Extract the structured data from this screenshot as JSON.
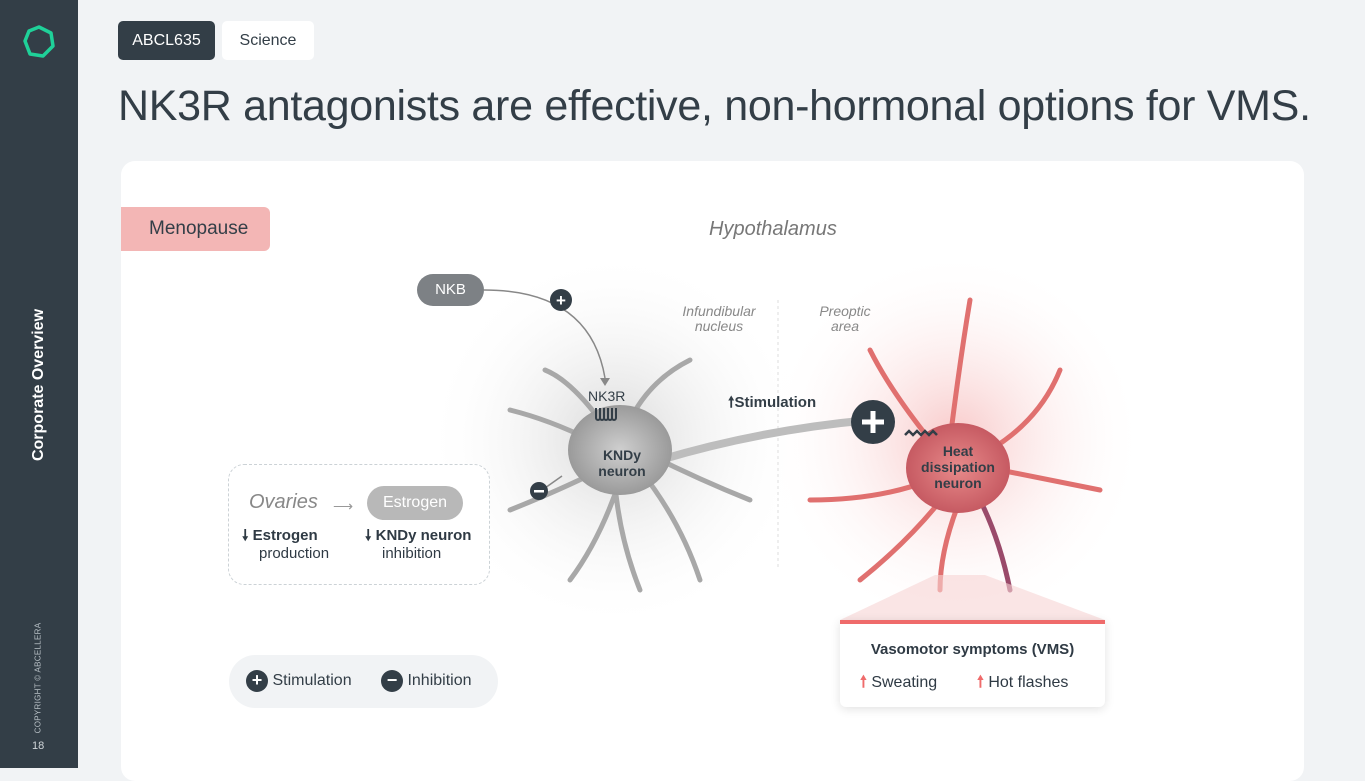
{
  "sidebar": {
    "title": "Corporate Overview",
    "copyright": "COPYRIGHT © ABCELLERA",
    "page": "18"
  },
  "tags": [
    "ABCL635",
    "Science"
  ],
  "title": "NK3R antagonists are effective, non-hormonal options for VMS.",
  "diagram": {
    "menopause": "Menopause",
    "hypothalamus": "Hypothalamus",
    "nkb": "NKB",
    "nk3r": "NK3R",
    "kndy": [
      "KNDy",
      "neuron"
    ],
    "infundibular": [
      "Infundibular",
      "nucleus"
    ],
    "preoptic": [
      "Preoptic",
      "area"
    ],
    "stimulation": "Stimulation",
    "heat": [
      "Heat",
      "dissipation",
      "neuron"
    ],
    "ovaries": "Ovaries",
    "estrogen": "Estrogen",
    "estrogen_prod": [
      "Estrogen",
      "production"
    ],
    "kndy_inhib": [
      "KNDy neuron",
      "inhibition"
    ],
    "vms_title": "Vasomotor symptoms (VMS)",
    "vms_items": [
      "Sweating",
      "Hot flashes"
    ]
  },
  "legend": {
    "stimulation": "Stimulation",
    "inhibition": "Inhibition"
  },
  "colors": {
    "accent": "#1fd199",
    "dark": "#333e47",
    "pink": "#f3b6b5",
    "red": "#ef6b6b"
  }
}
